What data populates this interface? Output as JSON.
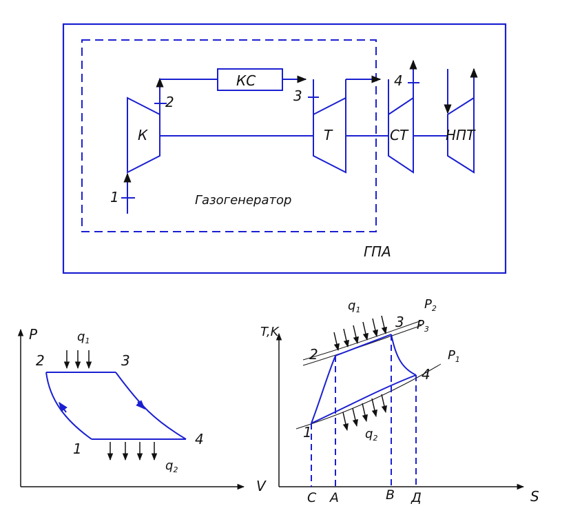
{
  "colors": {
    "line": "#1a1fd0",
    "ink": "#111111"
  },
  "scheme": {
    "ks": "КС",
    "k": "К",
    "t": "Т",
    "st": "СТ",
    "npt": "НПТ",
    "p1": "1",
    "p2": "2",
    "p3": "3",
    "p4": "4",
    "gasgen": "Газогенератор",
    "gpa": "ГПА"
  },
  "pv": {
    "axis_p": "P",
    "axis_v": "V",
    "q1": "q",
    "q1_sub": "1",
    "q2": "q",
    "q2_sub": "2",
    "p1": "1",
    "p2": "2",
    "p3": "3",
    "p4": "4"
  },
  "ts": {
    "axis_t": "T,K",
    "axis_s": "S",
    "q1": "q",
    "q1_sub": "1",
    "q2": "q",
    "q2_sub": "2",
    "p1": "1",
    "p2": "2",
    "p3": "3",
    "p4": "4",
    "P2": "P",
    "P2_sub": "2",
    "P3": "P",
    "P3_sub": "3",
    "P1": "P",
    "P1_sub": "1",
    "tick_c": "C",
    "tick_a": "A",
    "tick_b": "B",
    "tick_d": "Д"
  }
}
